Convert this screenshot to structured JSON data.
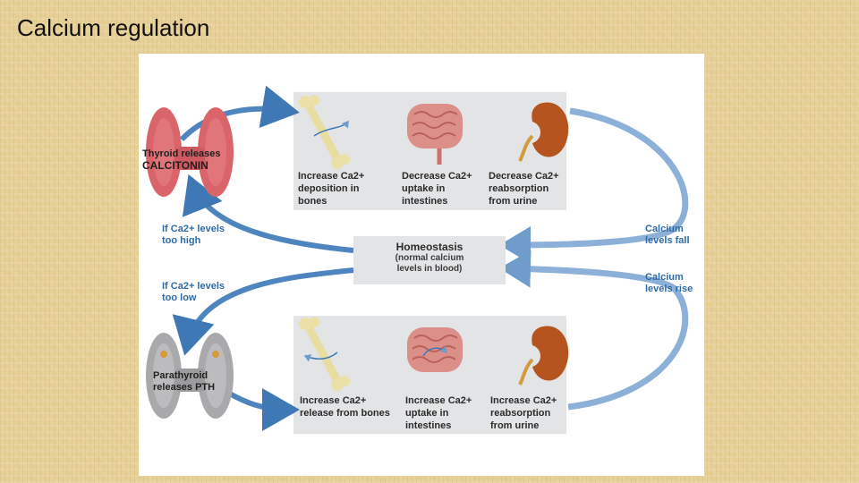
{
  "slide": {
    "title": "Calcium regulation"
  },
  "diagram": {
    "thyroid_label": [
      "Thyroid releases",
      "CALCITONIN"
    ],
    "parathyroid_label": [
      "Parathyroid",
      "releases PTH"
    ],
    "homeostasis": {
      "title": "Homeostasis",
      "lines": [
        "(normal calcium",
        "levels in blood)"
      ]
    },
    "left_labels": {
      "too_high": [
        "If Ca2+ levels",
        "too high"
      ],
      "too_low": [
        "If Ca2+ levels",
        "too low"
      ]
    },
    "right_labels": {
      "fall": [
        "Calcium",
        "levels fall"
      ],
      "rise": [
        "Calcium",
        "levels rise"
      ]
    },
    "top_effects": [
      {
        "lines": [
          "Increase Ca2+",
          "deposition in",
          "bones"
        ]
      },
      {
        "lines": [
          "Decrease Ca2+",
          "uptake in",
          "intestines"
        ]
      },
      {
        "lines": [
          "Decrease Ca2+",
          "reabsorption",
          "from urine"
        ]
      }
    ],
    "bottom_effects": [
      {
        "lines": [
          "Increase Ca2+",
          "release from bones"
        ]
      },
      {
        "lines": [
          "Increase Ca2+",
          "uptake in",
          "intestines"
        ]
      },
      {
        "lines": [
          "Increase Ca2+",
          "reabsorption",
          "from urine"
        ]
      }
    ],
    "colors": {
      "arrow": "#6f9ccb",
      "arrow_dark": "#3f79b5",
      "panel": "#e3e4e6",
      "thyroid": "#d9646a",
      "parathyroid": "#a9a9ab",
      "kidney": "#b5541f",
      "intestine": "#d98a82",
      "bone": "#ebe0a8"
    }
  }
}
